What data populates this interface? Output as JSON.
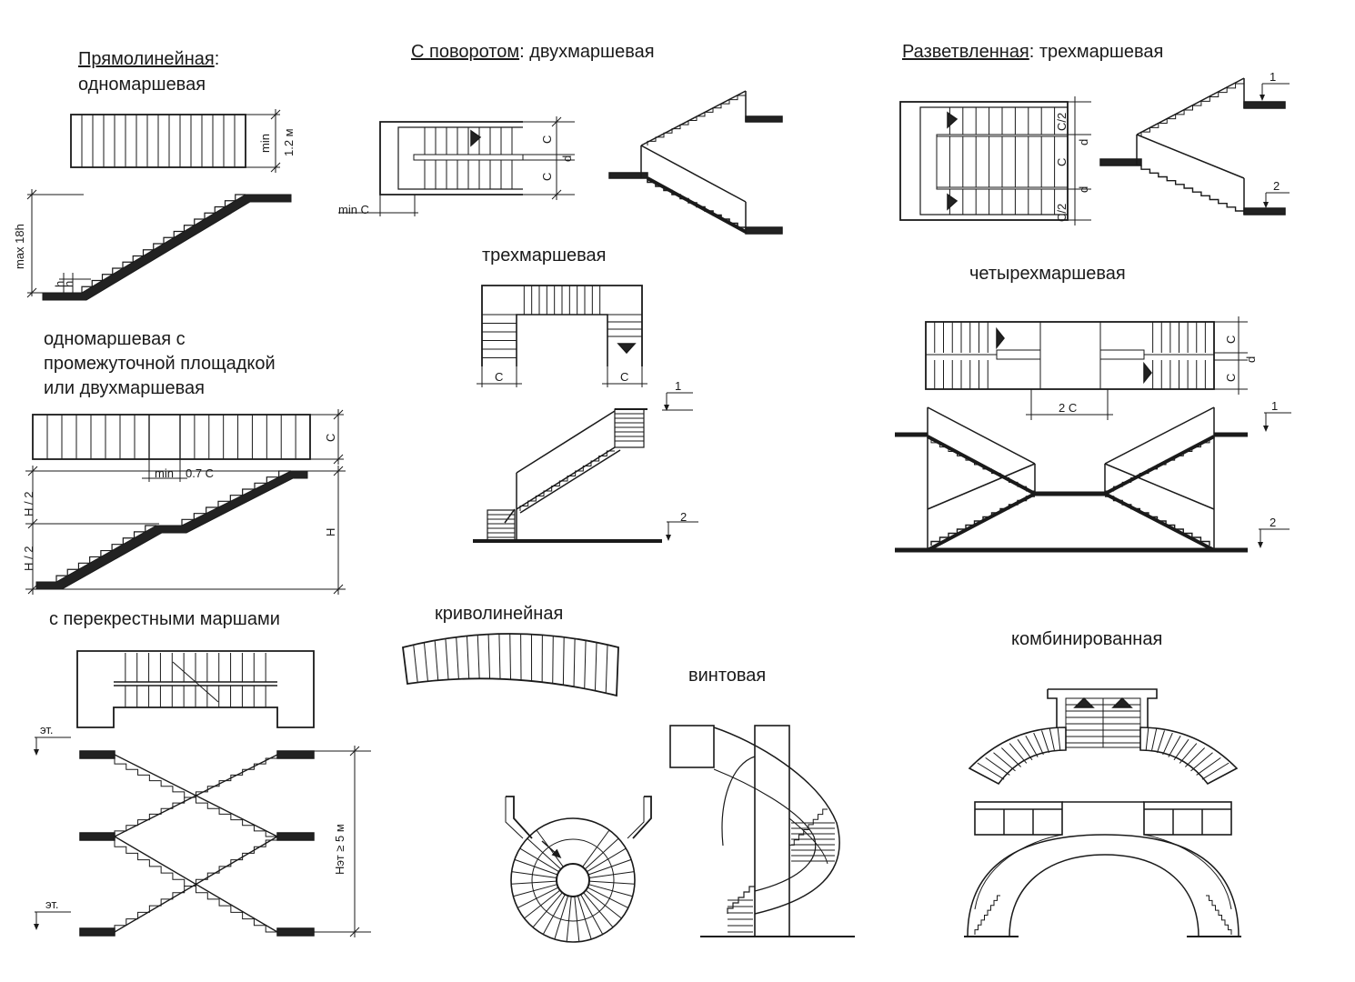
{
  "sections": {
    "straight": {
      "title_underlined": "Прямолинейная",
      "title_colon": ":",
      "subtitle": "одномаршевая"
    },
    "turning": {
      "title_underlined": "С  поворотом",
      "title_rest": ": двухмаршевая"
    },
    "branched": {
      "title_underlined": "Разветвленная",
      "title_rest": ":  трехмаршевая"
    },
    "one_flight_landing": {
      "lines": [
        "одномаршевая с",
        "промежуточной площадкой",
        "или двухмаршевая"
      ]
    },
    "three_flight": {
      "title": "трехмаршевая"
    },
    "four_flight": {
      "title": "четырехмаршевая"
    },
    "cross_flights": {
      "title": "с перекрестными маршами"
    },
    "curved": {
      "title": "криволинейная"
    },
    "spiral": {
      "title": "винтовая"
    },
    "combined": {
      "title": "комбинированная"
    }
  },
  "dimensions": {
    "min": "min",
    "w_1_2m": "1.2 м",
    "max_18h": "max 18h",
    "h": "h",
    "c": "C",
    "d": "d",
    "min_c": "min C",
    "c_half": "C/2",
    "h_half": "H / 2",
    "h_total": "H",
    "point_7c": "0.7 C",
    "two_c": "2 C",
    "level_1": "1",
    "level_2": "2",
    "floor": "эт.",
    "h_floor": "Нэт ≥ 5 м"
  }
}
